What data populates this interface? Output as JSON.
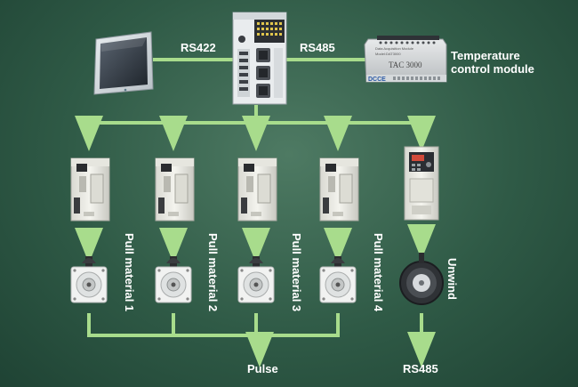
{
  "labels": {
    "rs422": "RS422",
    "rs485_top": "RS485",
    "temp_line1": "Temperature",
    "temp_line2": "control module",
    "pull1": "Pull material 1",
    "pull2": "Pull material 2",
    "pull3": "Pull material 3",
    "pull4": "Pull material 4",
    "unwind": "Unwind",
    "pulse": "Pulse",
    "rs485_bottom": "RS485"
  },
  "module_text": {
    "model": "TAC 3000",
    "brand": "DCCE",
    "small_title": "Data Acquisition Module",
    "small_model": "Model:DAT3000"
  },
  "colors": {
    "background": "#2f5a46",
    "connector": "#a8dc8c",
    "text": "#ffffff"
  }
}
